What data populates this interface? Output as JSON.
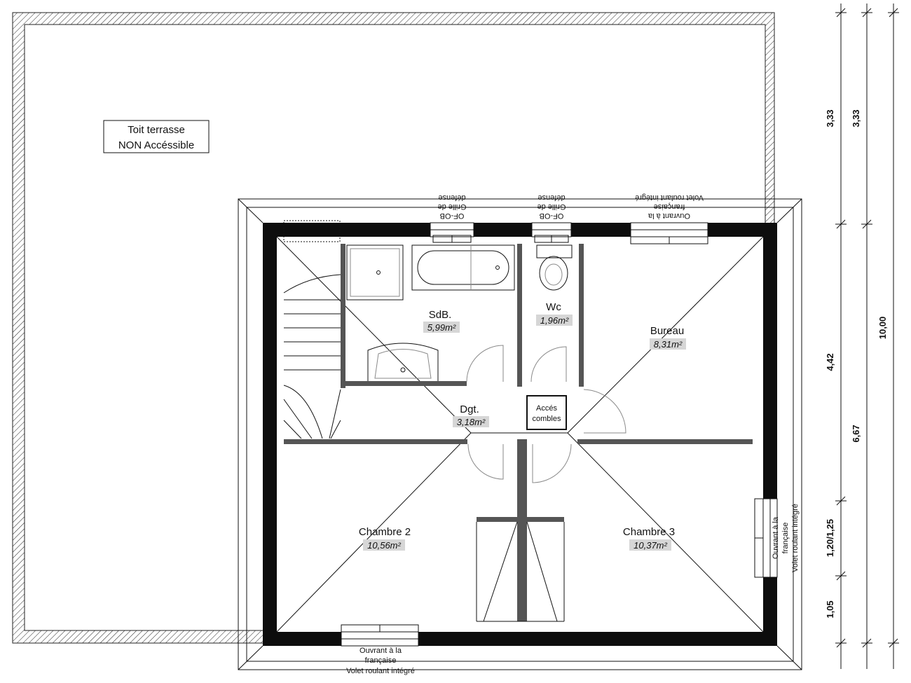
{
  "terrace": {
    "line1": "Toit terrasse",
    "line2": "NON Accéssible"
  },
  "rooms": {
    "sdb": {
      "name": "SdB.",
      "area": "5,99m²"
    },
    "wc": {
      "name": "Wc",
      "area": "1,96m²"
    },
    "bureau": {
      "name": "Bureau",
      "area": "8,31m²"
    },
    "dgt": {
      "name": "Dgt.",
      "area": "3,18m²"
    },
    "chambre2": {
      "name": "Chambre 2",
      "area": "10,56m²"
    },
    "chambre3": {
      "name": "Chambre 3",
      "area": "10,37m²"
    }
  },
  "attic_access": {
    "line1": "Accés",
    "line2": "combles"
  },
  "windows": {
    "of_ob": "OF-OB",
    "grille_line1": "Grille de",
    "grille_line2": "défense",
    "ouvrant_line1": "Ouvrant à la",
    "ouvrant_line2": "française",
    "volet": "Volet roulant intégré"
  },
  "dimensions": {
    "col1": [
      "3,33",
      "4,42",
      "1,20/1,25",
      "1,05"
    ],
    "col2": [
      "3,33",
      "6,67"
    ],
    "col3": [
      "10,00"
    ]
  },
  "colors": {
    "wall": "#0d0d0d",
    "area_bg": "#d6d6d6",
    "line": "#111111"
  }
}
